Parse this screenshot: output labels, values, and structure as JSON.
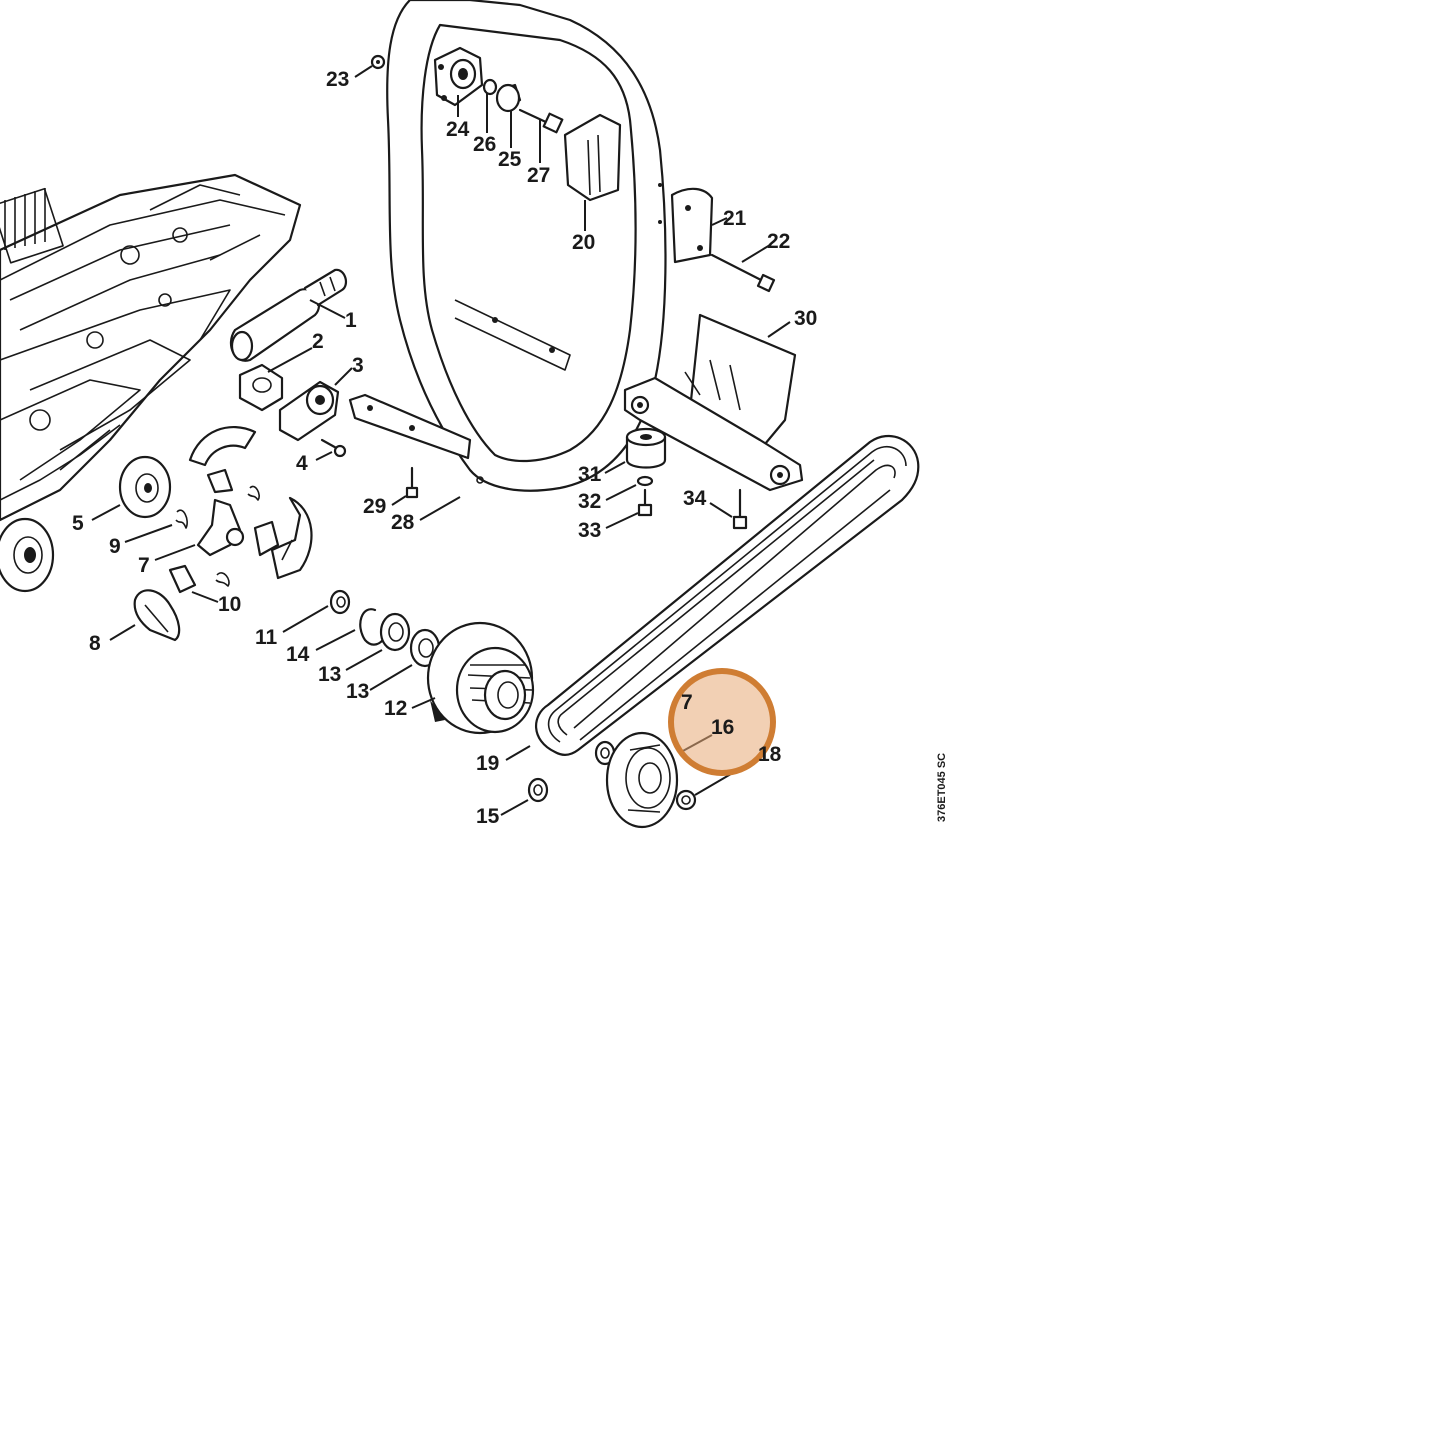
{
  "diagram": {
    "drawing_code": "376ET045 SC",
    "highlight_color": "#d4823a",
    "highlighted_part": "16",
    "callouts": [
      {
        "id": "c1",
        "label": "1"
      },
      {
        "id": "c2",
        "label": "2"
      },
      {
        "id": "c3",
        "label": "3"
      },
      {
        "id": "c4",
        "label": "4"
      },
      {
        "id": "c5",
        "label": "5"
      },
      {
        "id": "c7a",
        "label": "7"
      },
      {
        "id": "c7b",
        "label": "7"
      },
      {
        "id": "c8",
        "label": "8"
      },
      {
        "id": "c9",
        "label": "9"
      },
      {
        "id": "c10",
        "label": "10"
      },
      {
        "id": "c11",
        "label": "11"
      },
      {
        "id": "c12",
        "label": "12"
      },
      {
        "id": "c13a",
        "label": "13"
      },
      {
        "id": "c13b",
        "label": "13"
      },
      {
        "id": "c14",
        "label": "14"
      },
      {
        "id": "c15",
        "label": "15"
      },
      {
        "id": "c16",
        "label": "16"
      },
      {
        "id": "c18",
        "label": "18"
      },
      {
        "id": "c19",
        "label": "19"
      },
      {
        "id": "c20",
        "label": "20"
      },
      {
        "id": "c21",
        "label": "21"
      },
      {
        "id": "c22",
        "label": "22"
      },
      {
        "id": "c23",
        "label": "23"
      },
      {
        "id": "c24",
        "label": "24"
      },
      {
        "id": "c25",
        "label": "25"
      },
      {
        "id": "c26",
        "label": "26"
      },
      {
        "id": "c27",
        "label": "27"
      },
      {
        "id": "c28",
        "label": "28"
      },
      {
        "id": "c29",
        "label": "29"
      },
      {
        "id": "c30",
        "label": "30"
      },
      {
        "id": "c31",
        "label": "31"
      },
      {
        "id": "c32",
        "label": "32"
      },
      {
        "id": "c33",
        "label": "33"
      },
      {
        "id": "c34",
        "label": "34"
      }
    ]
  }
}
